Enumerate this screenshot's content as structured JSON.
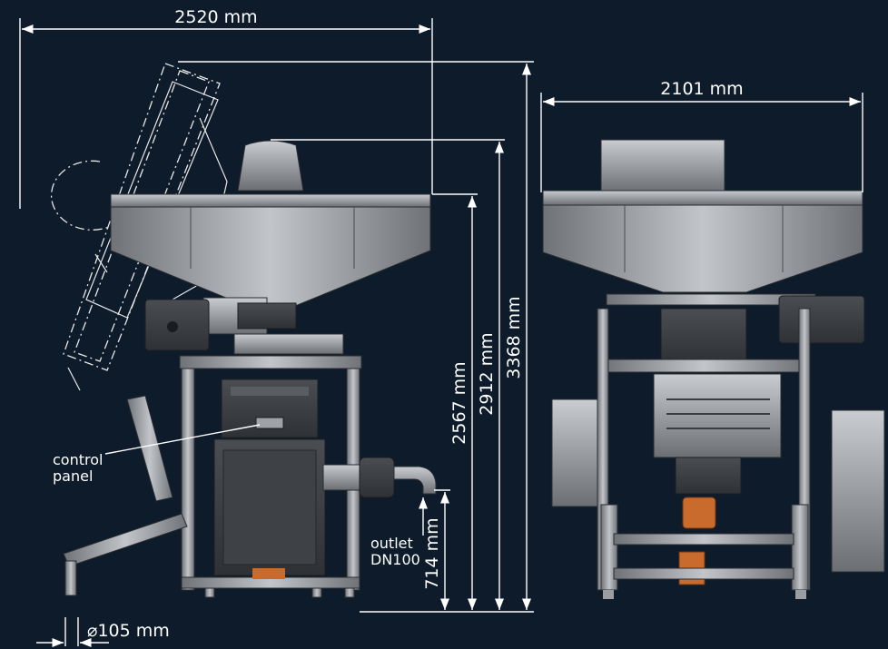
{
  "colors": {
    "background": "#0d1b2a",
    "dimension_line": "#ffffff",
    "machine_body": "#8a8d92",
    "machine_dark": "#3a3d42",
    "accent_orange": "#c96b2c"
  },
  "dimensions": {
    "overall_width_side": "2520 mm",
    "overall_width_front": "2101 mm",
    "height_total": "3368 mm",
    "height_hopper_top": "2912 mm",
    "height_hopper_rim": "2567 mm",
    "height_outlet": "714 mm",
    "foot_diameter": "⌀105 mm"
  },
  "labels": {
    "control_panel_line1": "control",
    "control_panel_line2": "panel",
    "outlet_line1": "outlet",
    "outlet_line2": "DN100"
  }
}
